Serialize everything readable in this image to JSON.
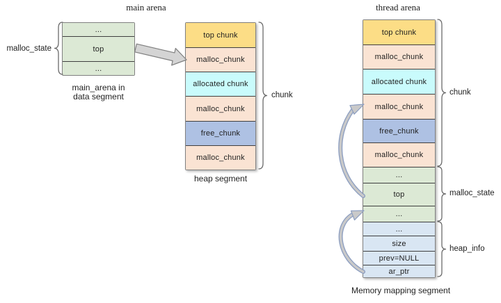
{
  "titles": {
    "main": "main arena",
    "thread": "thread arena"
  },
  "labels": {
    "malloc_state_left": "malloc_state",
    "chunk_mid": "chunk",
    "chunk_right": "chunk",
    "malloc_state_right": "malloc_state",
    "heap_info": "heap_info"
  },
  "captions": {
    "main_arena_line1": "main_arena in",
    "main_arena_line2": "data segment",
    "heap": "heap segment",
    "mmap": "Memory mapping segment"
  },
  "state_box_rows": [
    "...",
    "top",
    "..."
  ],
  "heap_rows": [
    "top chunk",
    "malloc_chunk",
    "allocated chunk",
    "malloc_chunk",
    "free_chunk",
    "malloc_chunk"
  ],
  "thread_rows": [
    "top chunk",
    "malloc_chunk",
    "allocated chunk",
    "malloc_chunk",
    "free_chunk",
    "malloc_chunk",
    "...",
    "top",
    "...",
    "...",
    "size",
    "prev=NULL",
    "ar_ptr"
  ],
  "icons": {
    "block_arrow": "right-block-arrow",
    "curved_arrow_top": "curved-arrow-pointing-to-malloc-chunk",
    "curved_arrow_bottom": "curved-arrow-pointing-to-malloc-state"
  },
  "colors": {
    "green": "#dce9d5",
    "yellow": "#fcdd86",
    "peach": "#fae3d3",
    "cyan": "#c9fbfc",
    "periwinkle": "#aec1e3",
    "lightblue": "#d9e6f3",
    "border": "#808080",
    "divider": "#3f3f3f",
    "text": "#1f1f1f",
    "brace": "#6a6a6a",
    "arrow_fill": "#d4d4d4",
    "arrow_edge": "#7f7f7f",
    "curve_edge": "#8b9dc0",
    "curve_fill": "#c9c9c9"
  }
}
